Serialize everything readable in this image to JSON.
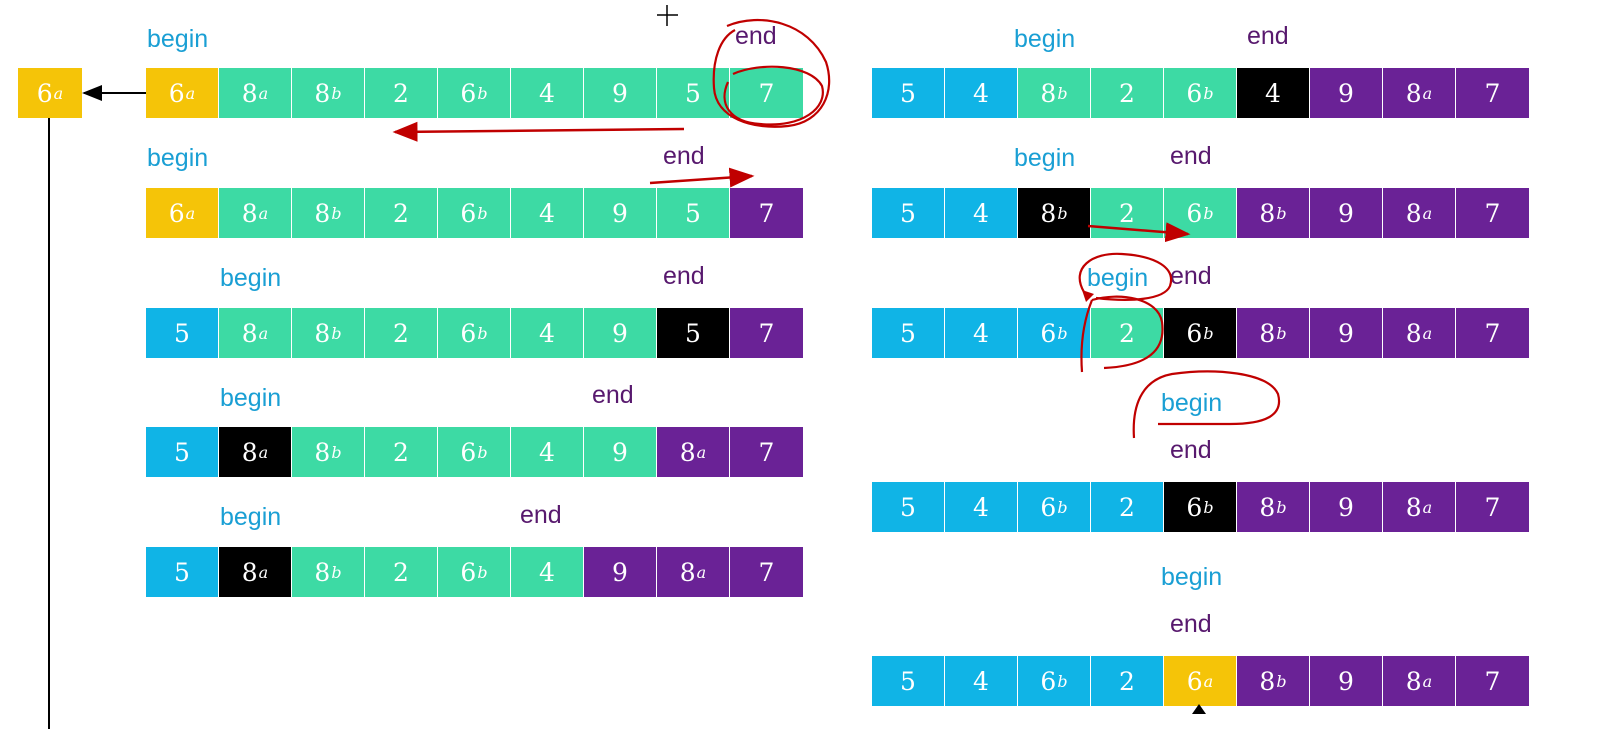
{
  "colors": {
    "blue": "#10b4e6",
    "green": "#3ddaa4",
    "yellow": "#f5c408",
    "purple": "#6a2296",
    "black": "#000000",
    "begin_text": "#1a9fd4",
    "end_text": "#58196e",
    "annotation": "#c00000"
  },
  "pointer_labels": {
    "begin": "begin",
    "end": "end"
  },
  "pivot": {
    "value": "6",
    "sub": "a"
  },
  "left_steps": [
    {
      "cells": [
        {
          "v": "6",
          "s": "a",
          "c": "yellow"
        },
        {
          "v": "8",
          "s": "a",
          "c": "green"
        },
        {
          "v": "8",
          "s": "b",
          "c": "green"
        },
        {
          "v": "2",
          "s": "",
          "c": "green"
        },
        {
          "v": "6",
          "s": "b",
          "c": "green"
        },
        {
          "v": "4",
          "s": "",
          "c": "green"
        },
        {
          "v": "9",
          "s": "",
          "c": "green"
        },
        {
          "v": "5",
          "s": "",
          "c": "green"
        },
        {
          "v": "7",
          "s": "",
          "c": "green"
        }
      ]
    },
    {
      "cells": [
        {
          "v": "6",
          "s": "a",
          "c": "yellow"
        },
        {
          "v": "8",
          "s": "a",
          "c": "green"
        },
        {
          "v": "8",
          "s": "b",
          "c": "green"
        },
        {
          "v": "2",
          "s": "",
          "c": "green"
        },
        {
          "v": "6",
          "s": "b",
          "c": "green"
        },
        {
          "v": "4",
          "s": "",
          "c": "green"
        },
        {
          "v": "9",
          "s": "",
          "c": "green"
        },
        {
          "v": "5",
          "s": "",
          "c": "green"
        },
        {
          "v": "7",
          "s": "",
          "c": "purple"
        }
      ]
    },
    {
      "cells": [
        {
          "v": "5",
          "s": "",
          "c": "blue"
        },
        {
          "v": "8",
          "s": "a",
          "c": "green"
        },
        {
          "v": "8",
          "s": "b",
          "c": "green"
        },
        {
          "v": "2",
          "s": "",
          "c": "green"
        },
        {
          "v": "6",
          "s": "b",
          "c": "green"
        },
        {
          "v": "4",
          "s": "",
          "c": "green"
        },
        {
          "v": "9",
          "s": "",
          "c": "green"
        },
        {
          "v": "5",
          "s": "",
          "c": "black"
        },
        {
          "v": "7",
          "s": "",
          "c": "purple"
        }
      ]
    },
    {
      "cells": [
        {
          "v": "5",
          "s": "",
          "c": "blue"
        },
        {
          "v": "8",
          "s": "a",
          "c": "black"
        },
        {
          "v": "8",
          "s": "b",
          "c": "green"
        },
        {
          "v": "2",
          "s": "",
          "c": "green"
        },
        {
          "v": "6",
          "s": "b",
          "c": "green"
        },
        {
          "v": "4",
          "s": "",
          "c": "green"
        },
        {
          "v": "9",
          "s": "",
          "c": "green"
        },
        {
          "v": "8",
          "s": "a",
          "c": "purple"
        },
        {
          "v": "7",
          "s": "",
          "c": "purple"
        }
      ]
    },
    {
      "cells": [
        {
          "v": "5",
          "s": "",
          "c": "blue"
        },
        {
          "v": "8",
          "s": "a",
          "c": "black"
        },
        {
          "v": "8",
          "s": "b",
          "c": "green"
        },
        {
          "v": "2",
          "s": "",
          "c": "green"
        },
        {
          "v": "6",
          "s": "b",
          "c": "green"
        },
        {
          "v": "4",
          "s": "",
          "c": "green"
        },
        {
          "v": "9",
          "s": "",
          "c": "purple"
        },
        {
          "v": "8",
          "s": "a",
          "c": "purple"
        },
        {
          "v": "7",
          "s": "",
          "c": "purple"
        }
      ]
    }
  ],
  "right_steps": [
    {
      "cells": [
        {
          "v": "5",
          "s": "",
          "c": "blue"
        },
        {
          "v": "4",
          "s": "",
          "c": "blue"
        },
        {
          "v": "8",
          "s": "b",
          "c": "green"
        },
        {
          "v": "2",
          "s": "",
          "c": "green"
        },
        {
          "v": "6",
          "s": "b",
          "c": "green"
        },
        {
          "v": "4",
          "s": "",
          "c": "black"
        },
        {
          "v": "9",
          "s": "",
          "c": "purple"
        },
        {
          "v": "8",
          "s": "a",
          "c": "purple"
        },
        {
          "v": "7",
          "s": "",
          "c": "purple"
        }
      ]
    },
    {
      "cells": [
        {
          "v": "5",
          "s": "",
          "c": "blue"
        },
        {
          "v": "4",
          "s": "",
          "c": "blue"
        },
        {
          "v": "8",
          "s": "b",
          "c": "black"
        },
        {
          "v": "2",
          "s": "",
          "c": "green"
        },
        {
          "v": "6",
          "s": "b",
          "c": "green"
        },
        {
          "v": "8",
          "s": "b",
          "c": "purple"
        },
        {
          "v": "9",
          "s": "",
          "c": "purple"
        },
        {
          "v": "8",
          "s": "a",
          "c": "purple"
        },
        {
          "v": "7",
          "s": "",
          "c": "purple"
        }
      ]
    },
    {
      "cells": [
        {
          "v": "5",
          "s": "",
          "c": "blue"
        },
        {
          "v": "4",
          "s": "",
          "c": "blue"
        },
        {
          "v": "6",
          "s": "b",
          "c": "blue"
        },
        {
          "v": "2",
          "s": "",
          "c": "green"
        },
        {
          "v": "6",
          "s": "b",
          "c": "black"
        },
        {
          "v": "8",
          "s": "b",
          "c": "purple"
        },
        {
          "v": "9",
          "s": "",
          "c": "purple"
        },
        {
          "v": "8",
          "s": "a",
          "c": "purple"
        },
        {
          "v": "7",
          "s": "",
          "c": "purple"
        }
      ]
    },
    {
      "cells": [
        {
          "v": "5",
          "s": "",
          "c": "blue"
        },
        {
          "v": "4",
          "s": "",
          "c": "blue"
        },
        {
          "v": "6",
          "s": "b",
          "c": "blue"
        },
        {
          "v": "2",
          "s": "",
          "c": "blue"
        },
        {
          "v": "6",
          "s": "b",
          "c": "black"
        },
        {
          "v": "8",
          "s": "b",
          "c": "purple"
        },
        {
          "v": "9",
          "s": "",
          "c": "purple"
        },
        {
          "v": "8",
          "s": "a",
          "c": "purple"
        },
        {
          "v": "7",
          "s": "",
          "c": "purple"
        }
      ]
    },
    {
      "cells": [
        {
          "v": "5",
          "s": "",
          "c": "blue"
        },
        {
          "v": "4",
          "s": "",
          "c": "blue"
        },
        {
          "v": "6",
          "s": "b",
          "c": "blue"
        },
        {
          "v": "2",
          "s": "",
          "c": "blue"
        },
        {
          "v": "6",
          "s": "a",
          "c": "yellow"
        },
        {
          "v": "8",
          "s": "b",
          "c": "purple"
        },
        {
          "v": "9",
          "s": "",
          "c": "purple"
        },
        {
          "v": "8",
          "s": "a",
          "c": "purple"
        },
        {
          "v": "7",
          "s": "",
          "c": "purple"
        }
      ]
    }
  ]
}
